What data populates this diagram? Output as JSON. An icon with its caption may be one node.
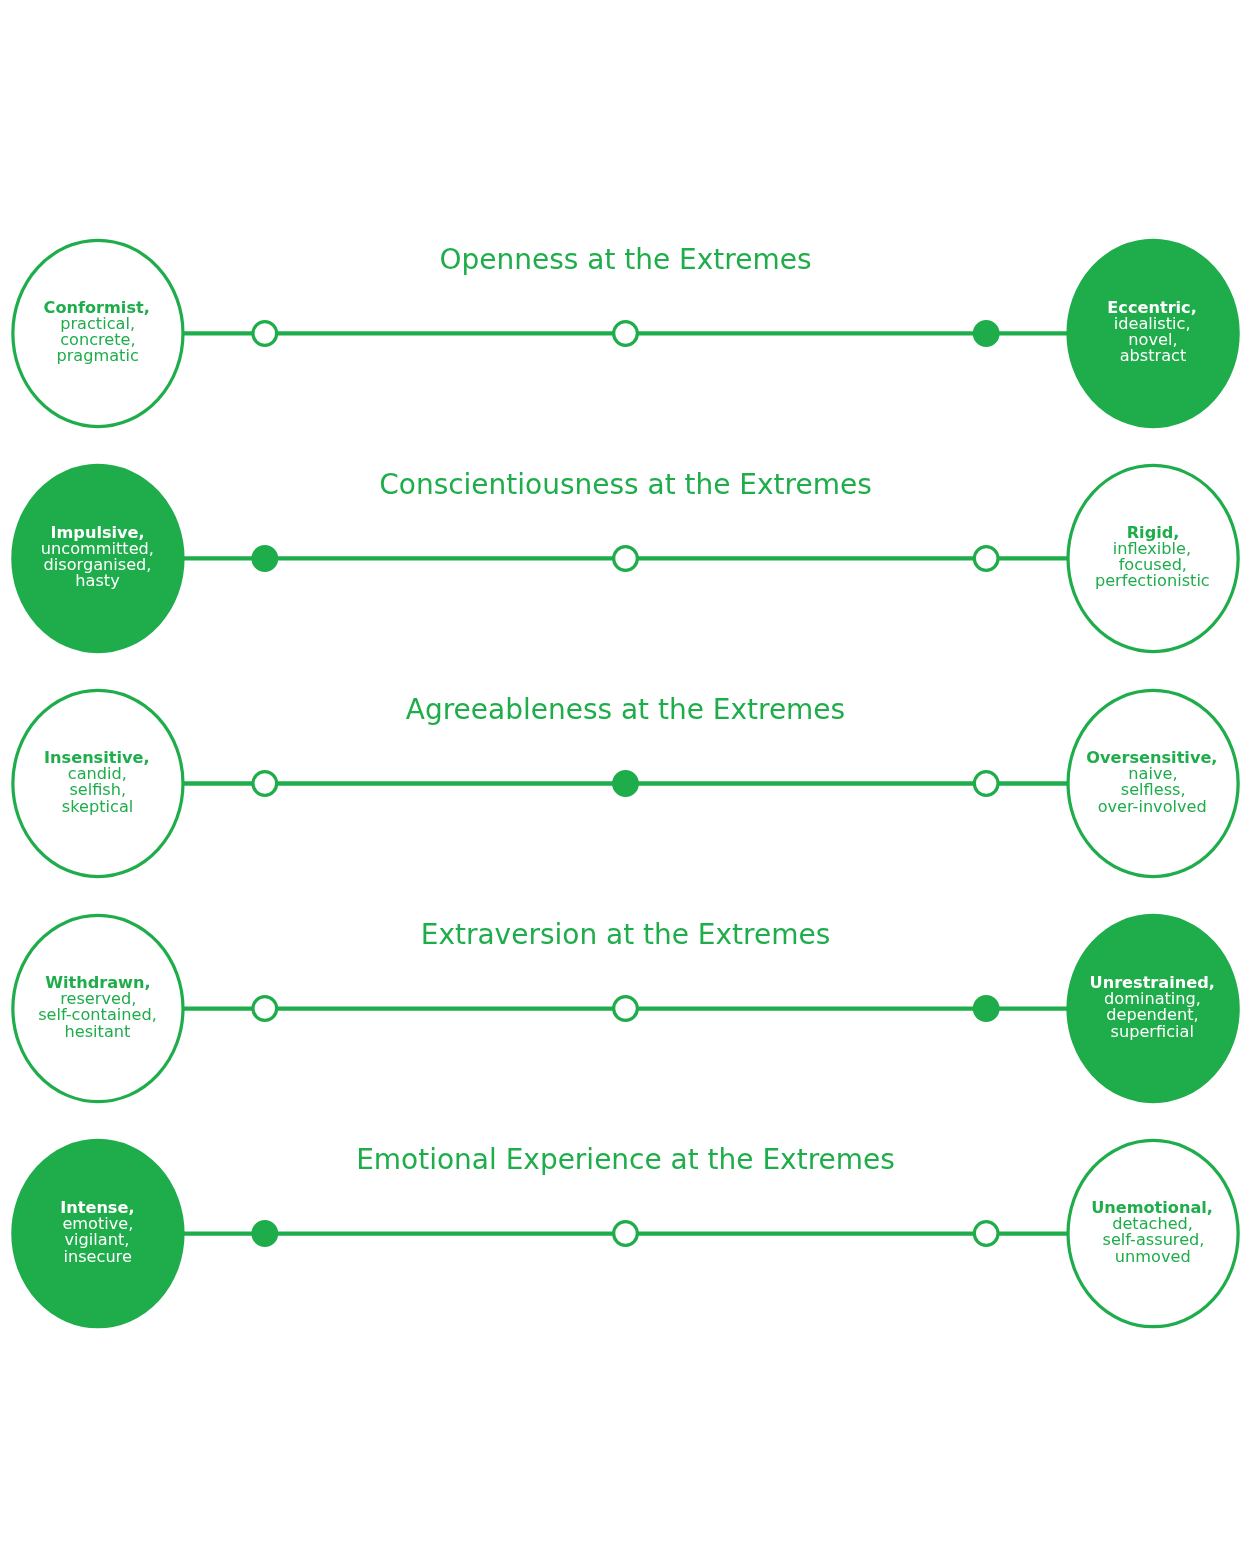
{
  "diagram": {
    "nodes": [
      {
        "text": [
          "Intense,",
          "emotive, vigilant, insecure"
        ]
      },
      {
        "text": [],
        "shape": "circle"
      },
      {
        "text": [],
        "shape": "circle"
      },
      {
        "text": [],
        "shape": "circle"
      },
      {
        "text": [
          "Unemotional,",
          "detached, self-assured, unmoved"
        ]
      },
      {
        "text": [
          "Withdrawn,",
          "reserved, self-contained, hesitant"
        ]
      },
      {
        "text": [],
        "shape": "circle"
      },
      {
        "text": [],
        "shape": "circle"
      },
      {
        "text": [],
        "shape": "circle"
      },
      {
        "text": [
          "Unrestrained,",
          "dominating, dependent, superficial"
        ]
      },
      {
        "text": [
          "Insensitive,",
          "candid, selfish, skeptical"
        ]
      },
      {
        "text": [],
        "shape": "circle"
      },
      {
        "text": [],
        "shape": "circle"
      },
      {
        "text": [],
        "shape": "circle"
      },
      {
        "text": [
          "Oversensitive,",
          "naive, selfless, over-involved"
        ]
      },
      {
        "text": [
          "Impulsive,",
          "uncommitted, disorganised, hasty"
        ]
      },
      {
        "text": [],
        "shape": "circle"
      },
      {
        "text": [],
        "shape": "circle"
      },
      {
        "text": [],
        "shape": "circle"
      },
      {
        "text": [
          "Rigid,",
          "inflexible, focused, perfectionistic"
        ]
      },
      {
        "text": [
          "Conformist,",
          "practical, concrete, pragmatic"
        ]
      },
      {
        "text": [],
        "shape": "circle"
      },
      {
        "text": [],
        "shape": "circle"
      },
      {
        "text": [],
        "shape": "circle"
      },
      {
        "text": [
          "Eccentric,",
          "idealistic, novel, abstract"
        ]
      }
    ],
    "edges": [
      {
        "from": 0,
        "to": 1,
        "arrow": "none"
      },
      {
        "from": 1,
        "to": 2,
        "arrow": "none"
      },
      {
        "from": 2,
        "to": 3,
        "arrow": "none"
      },
      {
        "from": 3,
        "to": 4,
        "arrow": "none"
      },
      {
        "from": 5,
        "to": 6,
        "arrow": "none"
      },
      {
        "from": 6,
        "to": 7,
        "arrow": "none"
      },
      {
        "from": 7,
        "to": 8,
        "arrow": "none"
      },
      {
        "from": 8,
        "to": 9,
        "arrow": "none"
      },
      {
        "from": 10,
        "to": 11,
        "arrow": "none"
      },
      {
        "from": 11,
        "to": 12,
        "arrow": "none"
      },
      {
        "from": 12,
        "to": 13,
        "arrow": "none"
      },
      {
        "from": 13,
        "to": 14,
        "arrow": "none"
      },
      {
        "from": 15,
        "to": 16,
        "arrow": "none"
      },
      {
        "from": 16,
        "to": 17,
        "arrow": "none"
      },
      {
        "from": 17,
        "to": 18,
        "arrow": "none"
      },
      {
        "from": 18,
        "to": 19,
        "arrow": "none"
      },
      {
        "from": 20,
        "to": 21,
        "arrow": "none"
      },
      {
        "from": 21,
        "to": 22,
        "arrow": "none"
      },
      {
        "from": 22,
        "to": 23,
        "arrow": "none"
      },
      {
        "from": 23,
        "to": 24,
        "arrow": "none"
      }
    ],
    "labels": [
      "Emotional Experience at the Extremes",
      "Extraversion at the Extremes",
      "Agreeableness at the Extremes",
      "Conscientiousness at the Extremes",
      "Openness at the Extremes"
    ]
  }
}
